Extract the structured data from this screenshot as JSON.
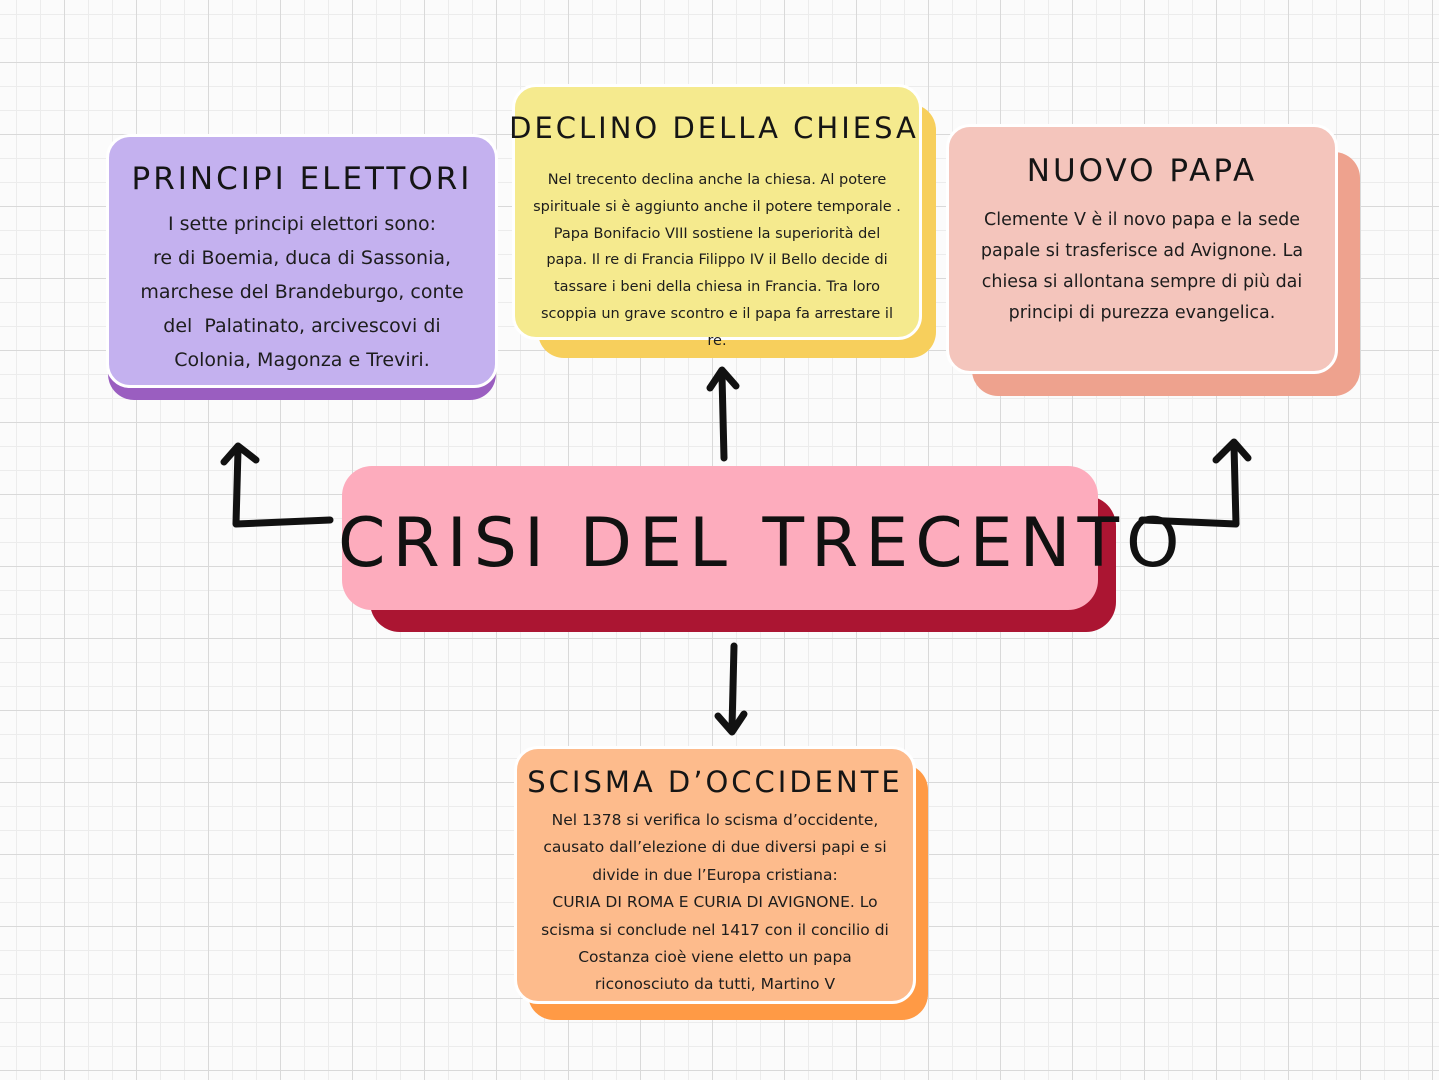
{
  "main_topic": "CRISI DEL TRECENTO",
  "principi": {
    "title": "PRINCIPI ELETTORI",
    "lines": [
      "I sette principi elettori sono:",
      "re di Boemia, duca di Sassonia,",
      "marchese del Brandeburgo, conte",
      "del  Palatinato, arcivescovi di",
      "Colonia, Magonza e Treviri."
    ],
    "color": "#c4b1ef",
    "shadow_color": "#9a5ec0"
  },
  "declino": {
    "title": "DECLINO DELLA CHIESA",
    "lines": [
      "Nel trecento declina anche la chiesa. Al potere",
      "spirituale si è aggiunto anche il potere temporale .",
      "Papa Bonifacio VIII sostiene la superiorità del",
      "papa. Il re di Francia Filippo IV il Bello decide di",
      "tassare i beni della chiesa in Francia. Tra loro",
      "scoppia un grave scontro e il papa fa arrestare il",
      "re."
    ],
    "color": "#f5ea8e",
    "shadow_color": "#f7cf5c"
  },
  "nuovo_papa": {
    "title": "NUOVO PAPA",
    "lines": [
      "Clemente V è il novo papa e la sede",
      "papale si trasferisce ad Avignone. La",
      "chiesa si allontana sempre di più dai",
      "principi di purezza evangelica."
    ],
    "color": "#f4c5bc",
    "shadow_color": "#eea28e"
  },
  "scisma": {
    "title": "SCISMA D’OCCIDENTE",
    "lines": [
      "Nel 1378 si verifica lo scisma d’occidente,",
      "causato dall’elezione di due diversi papi e si",
      "divide in due l’Europa cristiana:",
      "CURIA DI ROMA E CURIA DI AVIGNONE. Lo",
      "scisma si conclude nel 1417 con il concilio di",
      "Costanza cioè viene eletto un papa",
      "riconosciuto da tutti, Martino V"
    ],
    "color": "#fdbb8c",
    "shadow_color": "#ff9a45"
  },
  "center_colors": {
    "face": "#fdacbd",
    "shadow": "#ab1532"
  },
  "connector_color": "#111111"
}
